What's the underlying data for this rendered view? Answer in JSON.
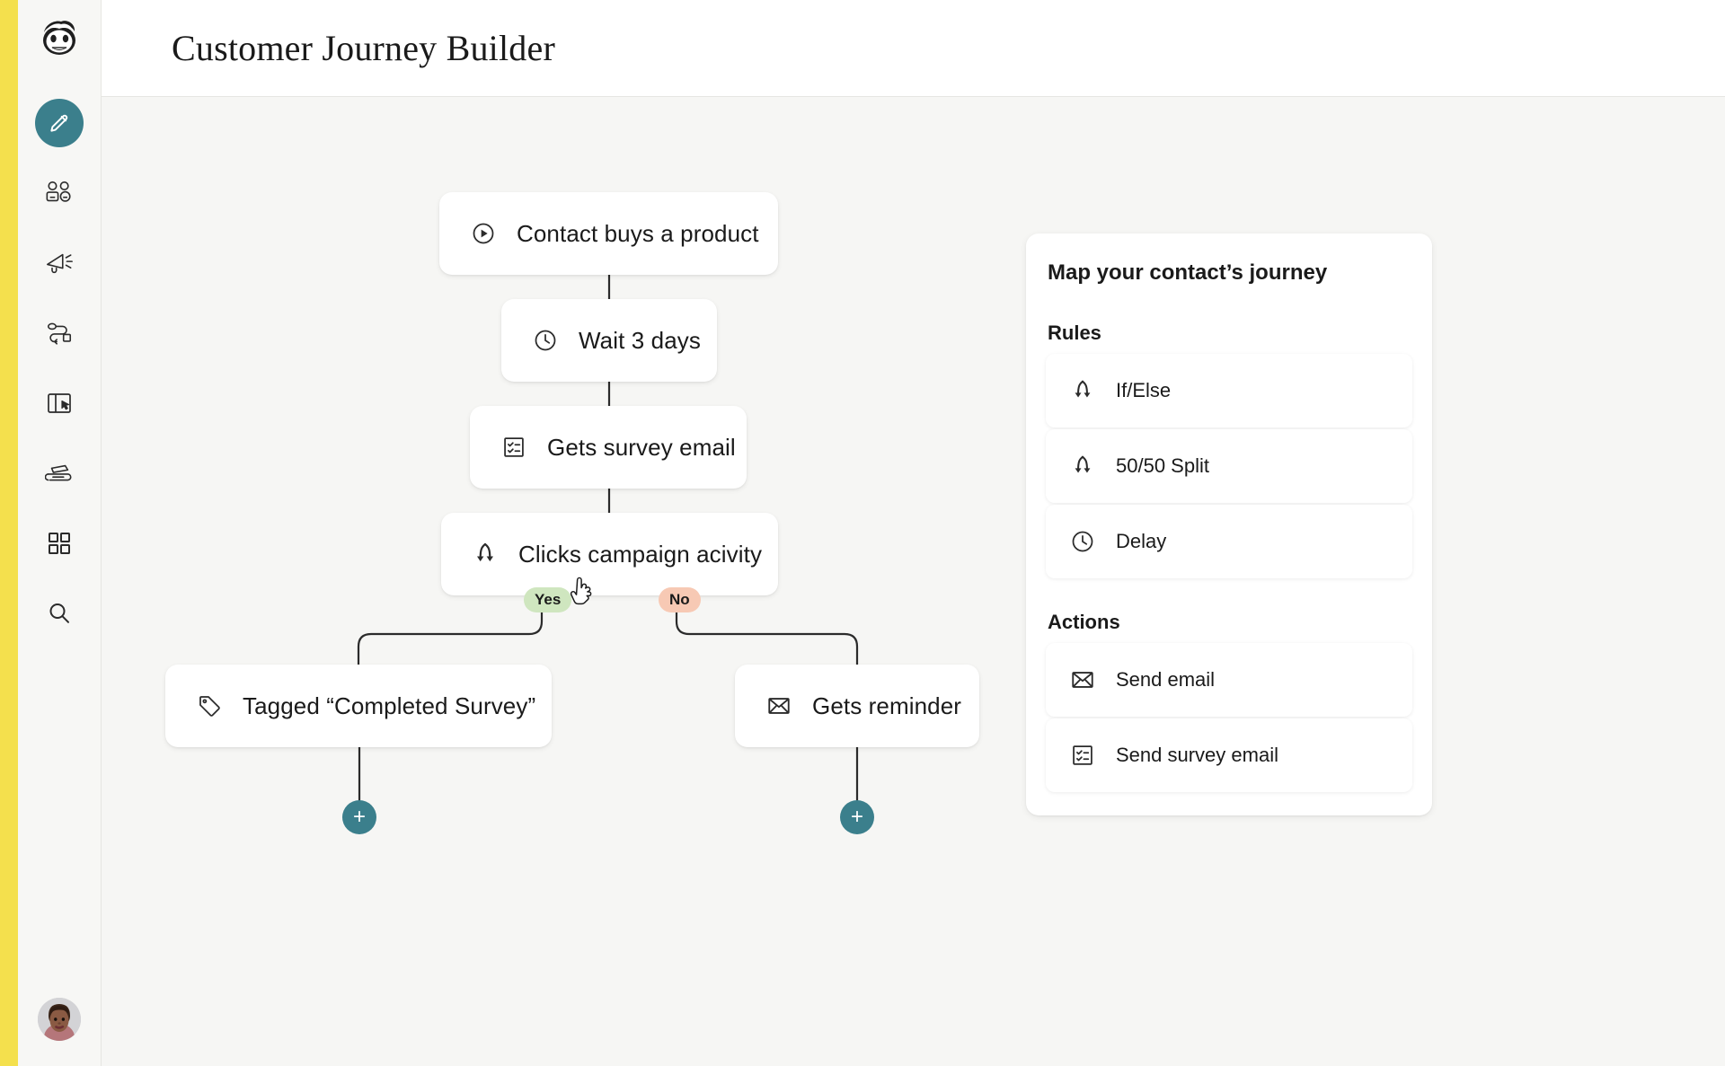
{
  "header": {
    "title": "Customer Journey Builder"
  },
  "theme": {
    "accent_strip": "#f4e04d",
    "active_nav": "#3b7f8c",
    "add_button": "#3b7f8c",
    "canvas_bg": "#f6f6f4",
    "yes_badge_bg": "#cfe6bf",
    "no_badge_bg": "#f7c9b4"
  },
  "sidebar": {
    "logo": "mailchimp-monkey-logo",
    "items": [
      {
        "icon": "pencil-icon",
        "name": "create",
        "active": true
      },
      {
        "icon": "audience-icon",
        "name": "audience",
        "active": false
      },
      {
        "icon": "megaphone-icon",
        "name": "campaigns",
        "active": false
      },
      {
        "icon": "journey-icon",
        "name": "automations",
        "active": false
      },
      {
        "icon": "website-icon",
        "name": "website",
        "active": false
      },
      {
        "icon": "content-icon",
        "name": "content",
        "active": false
      },
      {
        "icon": "grid-icon",
        "name": "integrations",
        "active": false
      },
      {
        "icon": "search-icon",
        "name": "search",
        "active": false
      }
    ],
    "avatar": "user-avatar"
  },
  "flow": {
    "nodes": [
      {
        "id": "trigger",
        "label": "Contact buys a product",
        "icon": "play-circle-icon"
      },
      {
        "id": "wait",
        "label": "Wait 3 days",
        "icon": "clock-icon"
      },
      {
        "id": "survey",
        "label": "Gets survey email",
        "icon": "survey-icon"
      },
      {
        "id": "branch",
        "label": "Clicks campaign acivity",
        "icon": "branch-icon"
      },
      {
        "id": "tagged",
        "label": "Tagged “Completed Survey”",
        "icon": "tag-icon"
      },
      {
        "id": "reminder",
        "label": "Gets reminder",
        "icon": "envelope-icon"
      }
    ],
    "branch_labels": {
      "yes": "Yes",
      "no": "No"
    },
    "add_buttons": {
      "left": "+",
      "right": "+"
    }
  },
  "panel": {
    "title": "Map your contact’s journey",
    "sections": [
      {
        "title": "Rules",
        "items": [
          {
            "label": "If/Else",
            "icon": "branch-icon"
          },
          {
            "label": "50/50 Split",
            "icon": "branch-icon"
          },
          {
            "label": "Delay",
            "icon": "clock-icon"
          }
        ]
      },
      {
        "title": "Actions",
        "items": [
          {
            "label": "Send email",
            "icon": "envelope-icon"
          },
          {
            "label": "Send survey email",
            "icon": "survey-icon"
          }
        ]
      }
    ]
  }
}
